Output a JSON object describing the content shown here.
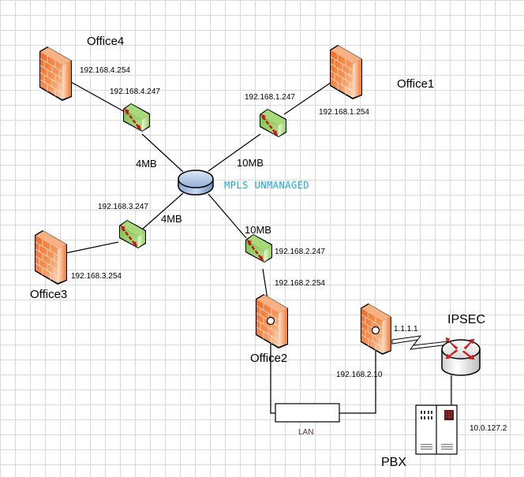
{
  "diagram": {
    "title": "MPLS network topology",
    "colors": {
      "firewall": "#f57c3a",
      "switch": "#8ccf5a",
      "cloud": "#a9bfe0",
      "mpls_label": "#1aa7e0",
      "lan_label": "#5a2a2a",
      "router_arrows": "#e01b1b"
    },
    "cloud": {
      "label": "MPLS UNMANAGED",
      "icon": "mpls-cloud-icon"
    },
    "offices": [
      {
        "name": "Office4",
        "firewall_ip": "192.168.4.254",
        "switch_ip": "192.168.4.247",
        "bandwidth": "4MB"
      },
      {
        "name": "Office1",
        "firewall_ip": "192.168.1.254",
        "switch_ip": "192.168.1.247",
        "bandwidth": "10MB"
      },
      {
        "name": "Office3",
        "firewall_ip": "192.168.3.254",
        "switch_ip": "192.168.3.247",
        "bandwidth": "4MB"
      },
      {
        "name": "Office2",
        "firewall_ip": "192.168.2.254",
        "switch_ip": "192.168.2.247",
        "bandwidth": "10MB"
      }
    ],
    "ipsec": {
      "label": "IPSEC",
      "firewall_wan_ip": "1.1.1.1",
      "firewall_lan_ip": "192.168.2.10"
    },
    "lan": {
      "label": "LAN"
    },
    "pbx": {
      "label": "PBX",
      "ip": "10.0.127.2"
    }
  }
}
